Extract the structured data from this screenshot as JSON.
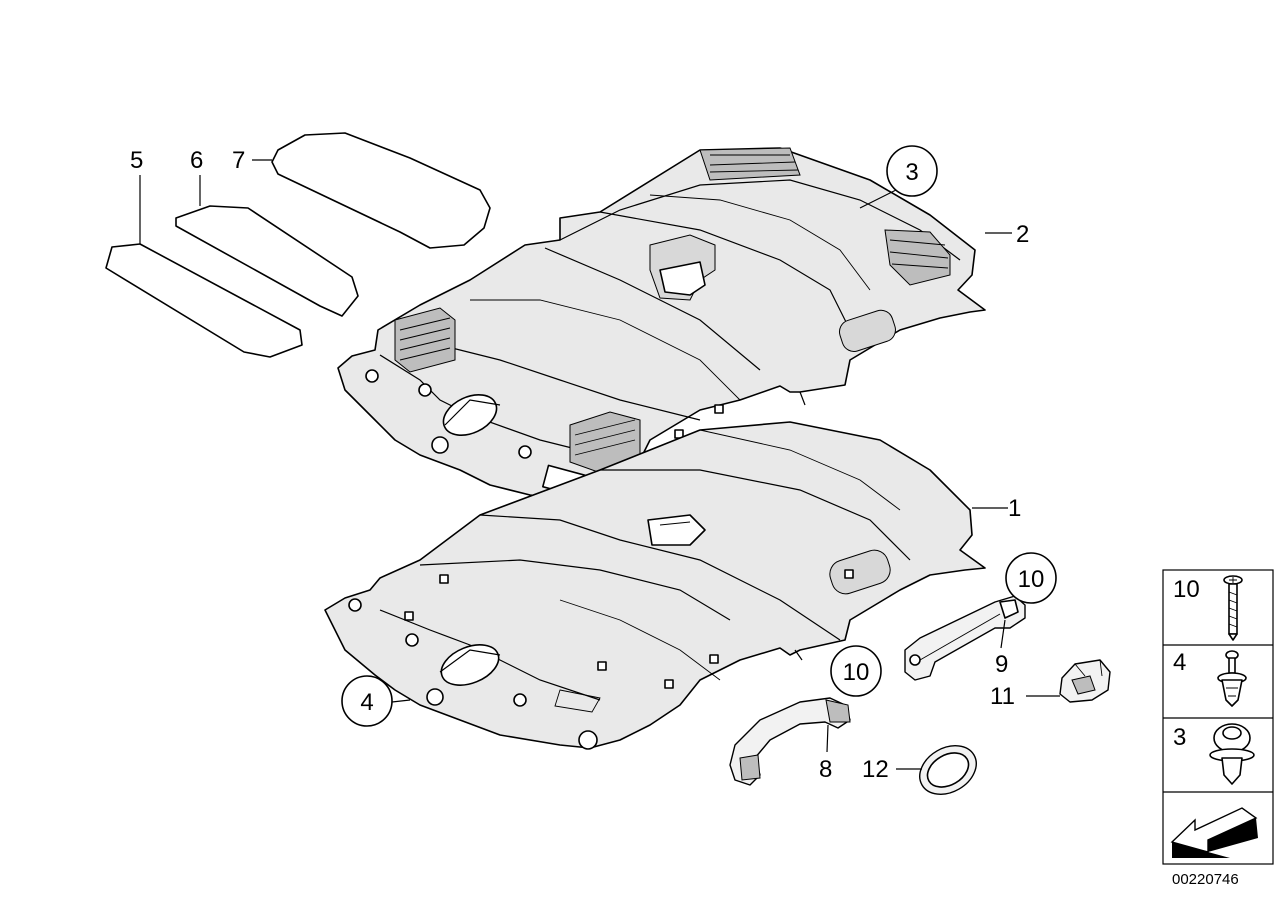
{
  "diagram_id": "00220746",
  "callouts": {
    "c1": "1",
    "c2": "2",
    "c3": "3",
    "c4": "4",
    "c5": "5",
    "c6": "6",
    "c7": "7",
    "c8": "8",
    "c9": "9",
    "c10a": "10",
    "c10b": "10",
    "c11": "11",
    "c12": "12"
  },
  "legend": {
    "rows": [
      {
        "label": "10",
        "icon": "screw-icon"
      },
      {
        "label": "4",
        "icon": "expansion-rivet-icon"
      },
      {
        "label": "3",
        "icon": "clip-icon"
      }
    ],
    "arrow_icon": "direction-arrow-icon"
  }
}
